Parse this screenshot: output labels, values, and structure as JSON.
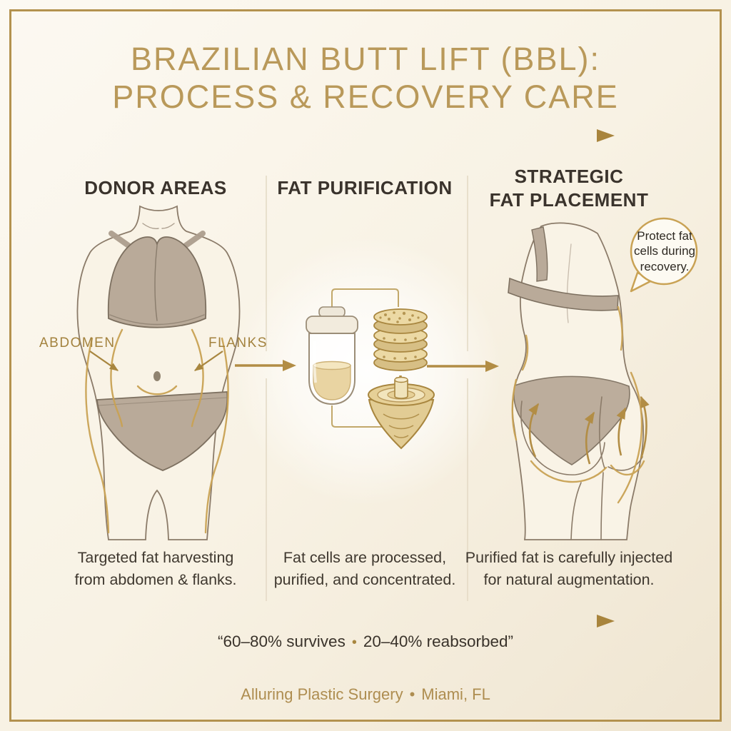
{
  "title": {
    "line1": "BRAZILIAN BUTT LIFT (BBL):",
    "line2": "PROCESS & RECOVERY CARE"
  },
  "columns": [
    {
      "header_lines": [
        "DONOR AREAS"
      ],
      "caption_lines": [
        "Targeted fat harvesting",
        "from abdomen & flanks."
      ]
    },
    {
      "header_lines": [
        "FAT PURIFICATION"
      ],
      "caption_lines": [
        "Fat cells are processed,",
        "purified, and concentrated."
      ]
    },
    {
      "header_lines": [
        "STRATEGIC",
        "FAT PLACEMENT"
      ],
      "caption_lines": [
        "Purified fat is carefully injected",
        "for natural augmentation."
      ]
    }
  ],
  "donor_labels": {
    "abdomen": "ABDOMEN",
    "flanks": "FLANKS"
  },
  "speech_bubble": {
    "lines": [
      "Protect fat",
      "cells during",
      "recovery."
    ]
  },
  "stats_banner": {
    "left": "“60–80% survives",
    "separator": "•",
    "right": "20–40% reabsorbed”"
  },
  "footer": {
    "clinic": "Alluring Plastic Surgery",
    "separator": "•",
    "location": "Miami, FL"
  },
  "icons": {
    "flow": "right-arrow-icon",
    "donor_column": "female-torso-front-illustration",
    "purification_column": [
      "collection-canister-icon",
      "filter-discs-icon",
      "down-arrow-icon",
      "centrifuge-funnel-icon"
    ],
    "placement_column": "female-figure-rear-illustration",
    "note": "speech-bubble-icon"
  },
  "colors": {
    "gold_accent": "#b2924e",
    "gold_line": "#a8863f",
    "gold_contour": "#c9a254",
    "heading_text": "#3a332c",
    "body_text": "#3f382f",
    "garment": "#b9aa99",
    "skin": "#f9f3e6",
    "background": "#f8f2e4"
  }
}
